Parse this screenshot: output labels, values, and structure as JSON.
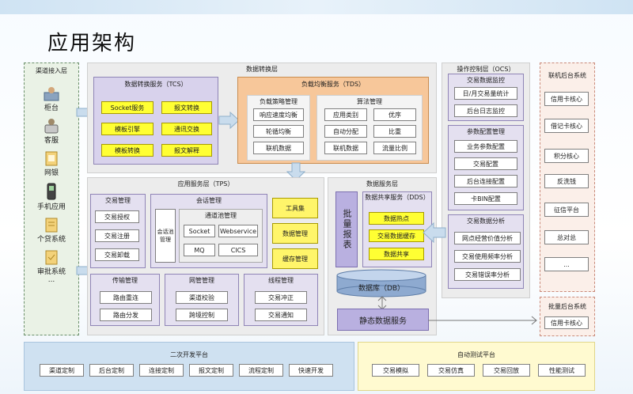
{
  "title": "应用架构",
  "channel": {
    "title": "渠道接入层",
    "items": [
      "柜台",
      "客服",
      "网银",
      "手机应用",
      "个贷系统",
      "审批系统",
      "..."
    ]
  },
  "data_conv": {
    "title": "数据转换层"
  },
  "tcs": {
    "title": "数据转换服务（TCS）",
    "items": [
      "Socket服务",
      "报文转换",
      "模板引擎",
      "通讯交换",
      "模板转换",
      "报文解释"
    ]
  },
  "tds": {
    "title": "负载均衡服务（TDS）",
    "strategy": {
      "title": "负载策略管理",
      "items": [
        "响应速度均衡",
        "轮循均衡",
        "联机数据"
      ]
    },
    "algo": {
      "title": "算法管理",
      "items": [
        "应用类别",
        "优序",
        "自动分配",
        "比重",
        "联机数据",
        "流量比例"
      ]
    }
  },
  "ocs": {
    "title": "操作控制层（OCS）",
    "monitor": {
      "title": "交易数据监控",
      "items": [
        "日/月交易量统计",
        "后台日志监控"
      ]
    },
    "config": {
      "title": "参数配置管理",
      "items": [
        "业务参数配置",
        "交易配置",
        "后台连接配置",
        "卡BIN配置"
      ]
    },
    "analysis": {
      "title": "交易数据分析",
      "items": [
        "网点经营价值分析",
        "交易使用频率分析",
        "交易错误率分析"
      ]
    }
  },
  "backend": {
    "title": "联机后台系统",
    "items": [
      "信用卡核心",
      "借记卡核心",
      "积分核心",
      "反洗钱",
      "征信平台",
      "总对总",
      "..."
    ]
  },
  "batch_backend": {
    "title": "批量后台系统",
    "items": [
      "信用卡核心"
    ]
  },
  "tps": {
    "title": "应用服务层（TPS）",
    "trade": {
      "title": "交易管理",
      "items": [
        "交易授权",
        "交易注册",
        "交易卸载"
      ]
    },
    "session": {
      "title": "会话管理",
      "pool": "会话池管理",
      "channel_title": "通道池管理",
      "channel_items": [
        "Socket",
        "Webservice",
        "MQ",
        "CICS"
      ]
    },
    "tools": [
      "工具集",
      "数据管理",
      "缓存管理"
    ],
    "transfer": {
      "title": "传输管理",
      "items": [
        "路由重连",
        "路由分发"
      ]
    },
    "gateway": {
      "title": "网管管理",
      "items": [
        "渠道校验",
        "跨境控制"
      ]
    },
    "thread": {
      "title": "线程管理",
      "items": [
        "交易冲正",
        "交易通知"
      ]
    }
  },
  "dataservice": {
    "title": "数据服务层",
    "batch_report": "批量报表",
    "dds": {
      "title": "数据共享服务（DDS）",
      "items": [
        "数据热点",
        "交易数据缓存",
        "数据共享"
      ]
    },
    "db": "数据库（DB）",
    "static": "静态数据服务"
  },
  "dev_platform": {
    "title": "二次开发平台",
    "items": [
      "渠道定制",
      "后台定制",
      "连接定制",
      "报文定制",
      "流程定制",
      "快速开发"
    ]
  },
  "test_platform": {
    "title": "自动测试平台",
    "items": [
      "交易模拟",
      "交易仿真",
      "交易回放",
      "性能测试"
    ]
  },
  "colors": {
    "yellow": "#ffff33",
    "orange": "#f7c79a",
    "lilac": "#d8d2ec",
    "purple": "#b9b0e0",
    "blue": "#cfe1f1",
    "green": "#eaf2e6"
  }
}
